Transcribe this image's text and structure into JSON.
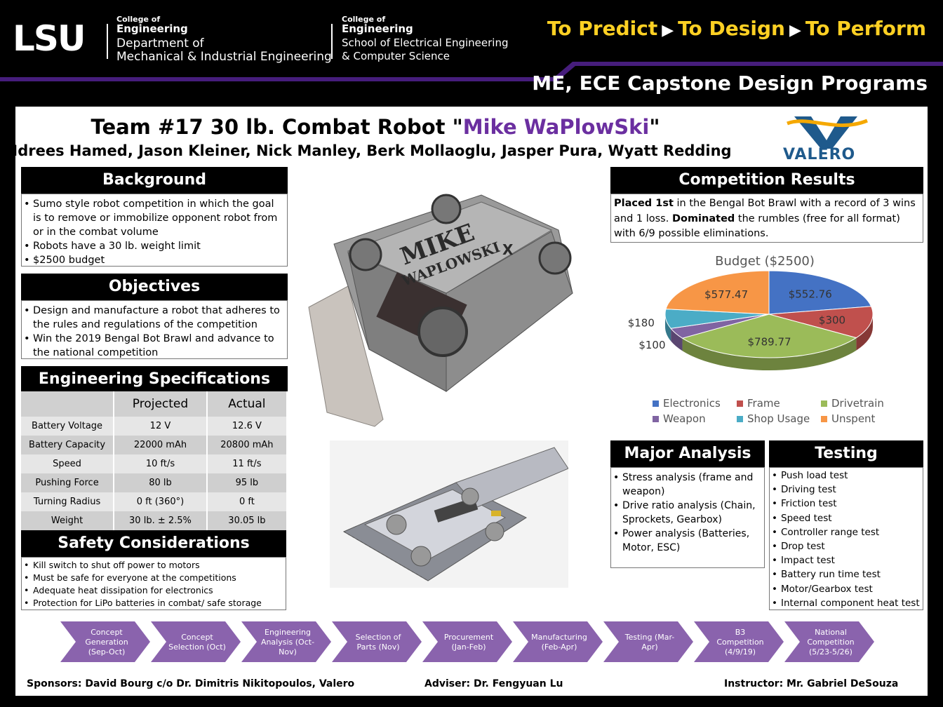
{
  "header": {
    "logo": "LSU",
    "college_small_1": "College of",
    "college_eng_1": "Engineering",
    "dept_1_line1": "Department of",
    "dept_1_line2": "Mechanical & Industrial Engineering",
    "college_small_2": "College of",
    "college_eng_2": "Engineering",
    "dept_2_line1": "School of Electrical Engineering",
    "dept_2_line2": "& Computer Science",
    "tagline": [
      "To Predict",
      "To Design",
      "To Perform"
    ],
    "program": "ME, ECE Capstone Design Programs",
    "colors": {
      "gold": "#fdd023",
      "purple": "#461d7c"
    }
  },
  "title": {
    "prefix": "Team #17 30 lb. Combat Robot \"",
    "robot_name": "Mike WaPlowSki",
    "suffix": "\"",
    "authors": "Idrees Hamed, Jason Kleiner, Nick Manley, Berk Mollaoglu, Jasper Pura, Wyatt Redding"
  },
  "sponsor_logo": "VALERO",
  "background": {
    "heading": "Background",
    "items": [
      "Sumo style robot competition in which the goal is to remove or immobilize opponent robot from or in the combat volume",
      "Robots have a 30 lb. weight limit",
      "$2500 budget"
    ]
  },
  "objectives": {
    "heading": "Objectives",
    "items": [
      "Design and manufacture a robot that adheres to the rules and regulations of the competition",
      "Win the 2019 Bengal Bot Brawl and advance to the national competition"
    ]
  },
  "specs": {
    "heading": "Engineering Specifications",
    "columns": [
      "",
      "Projected",
      "Actual"
    ],
    "rows": [
      [
        "Battery Voltage",
        "12 V",
        "12.6 V"
      ],
      [
        "Battery Capacity",
        "22000 mAh",
        "20800 mAh"
      ],
      [
        "Speed",
        "10 ft/s",
        "11 ft/s"
      ],
      [
        "Pushing Force",
        "80 lb",
        "95 lb"
      ],
      [
        "Turning Radius",
        "0 ft (360°)",
        "0 ft"
      ],
      [
        "Weight",
        "30 lb. ± 2.5%",
        "30.05 lb"
      ]
    ]
  },
  "safety": {
    "heading": "Safety Considerations",
    "items": [
      "Kill switch to shut off power to motors",
      "Must be safe for everyone at the competitions",
      "Adequate heat dissipation for electronics",
      "Protection for LiPo batteries in combat/ safe storage"
    ]
  },
  "robot_photo": {
    "lid_text_1": "MIKE",
    "lid_text_2": "WAPLOWSKI",
    "lid_mark": "X"
  },
  "results": {
    "heading": "Competition Results",
    "b1": "Placed 1st",
    "t1": " in the Bengal Bot Brawl with a record of 3 wins and 1 loss. ",
    "b2": "Dominated",
    "t2": " the rumbles (free for all format) with 6/9 possible eliminations."
  },
  "chart_data": {
    "type": "pie",
    "title": "Budget ($2500)",
    "categories": [
      "Electronics",
      "Frame",
      "Drivetrain",
      "Weapon",
      "Shop Usage",
      "Unspent"
    ],
    "values": [
      552.76,
      300,
      789.77,
      100,
      180,
      577.47
    ],
    "labels": [
      "$552.76",
      "$300",
      "$789.77",
      "$100",
      "$180",
      "$577.47"
    ],
    "colors": [
      "#4472c4",
      "#c0504d",
      "#9bbb59",
      "#8064a2",
      "#4bacc6",
      "#f79646"
    ],
    "legend": "bottom"
  },
  "analysis": {
    "heading": "Major Analysis",
    "items": [
      "Stress analysis (frame and weapon)",
      "Drive ratio analysis (Chain, Sprockets, Gearbox)",
      "Power analysis (Batteries, Motor, ESC)"
    ]
  },
  "testing": {
    "heading": "Testing",
    "items": [
      "Push load test",
      "Driving test",
      "Friction test",
      "Speed test",
      "Controller range test",
      "Drop test",
      "Impact test",
      "Battery run time test",
      "Motor/Gearbox test",
      "Internal component heat test"
    ]
  },
  "timeline": [
    [
      "Concept",
      "Generation",
      "(Sep-Oct)"
    ],
    [
      "Concept",
      "Selection (Oct)"
    ],
    [
      "Engineering",
      "Analysis (Oct-",
      "Nov)"
    ],
    [
      "Selection of",
      "Parts (Nov)"
    ],
    [
      "Procurement",
      "(Jan-Feb)"
    ],
    [
      "Manufacturing",
      "(Feb-Apr)"
    ],
    [
      "Testing (Mar-",
      "Apr)"
    ],
    [
      "B3",
      "Competition",
      "(4/9/19)"
    ],
    [
      "National",
      "Competition",
      "(5/23-5/26)"
    ]
  ],
  "footer": {
    "sponsors": "Sponsors: David Bourg c/o Dr. Dimitris Nikitopoulos, Valero",
    "adviser": "Adviser: Dr. Fengyuan Lu",
    "instructor": "Instructor: Mr. Gabriel DeSouza"
  }
}
